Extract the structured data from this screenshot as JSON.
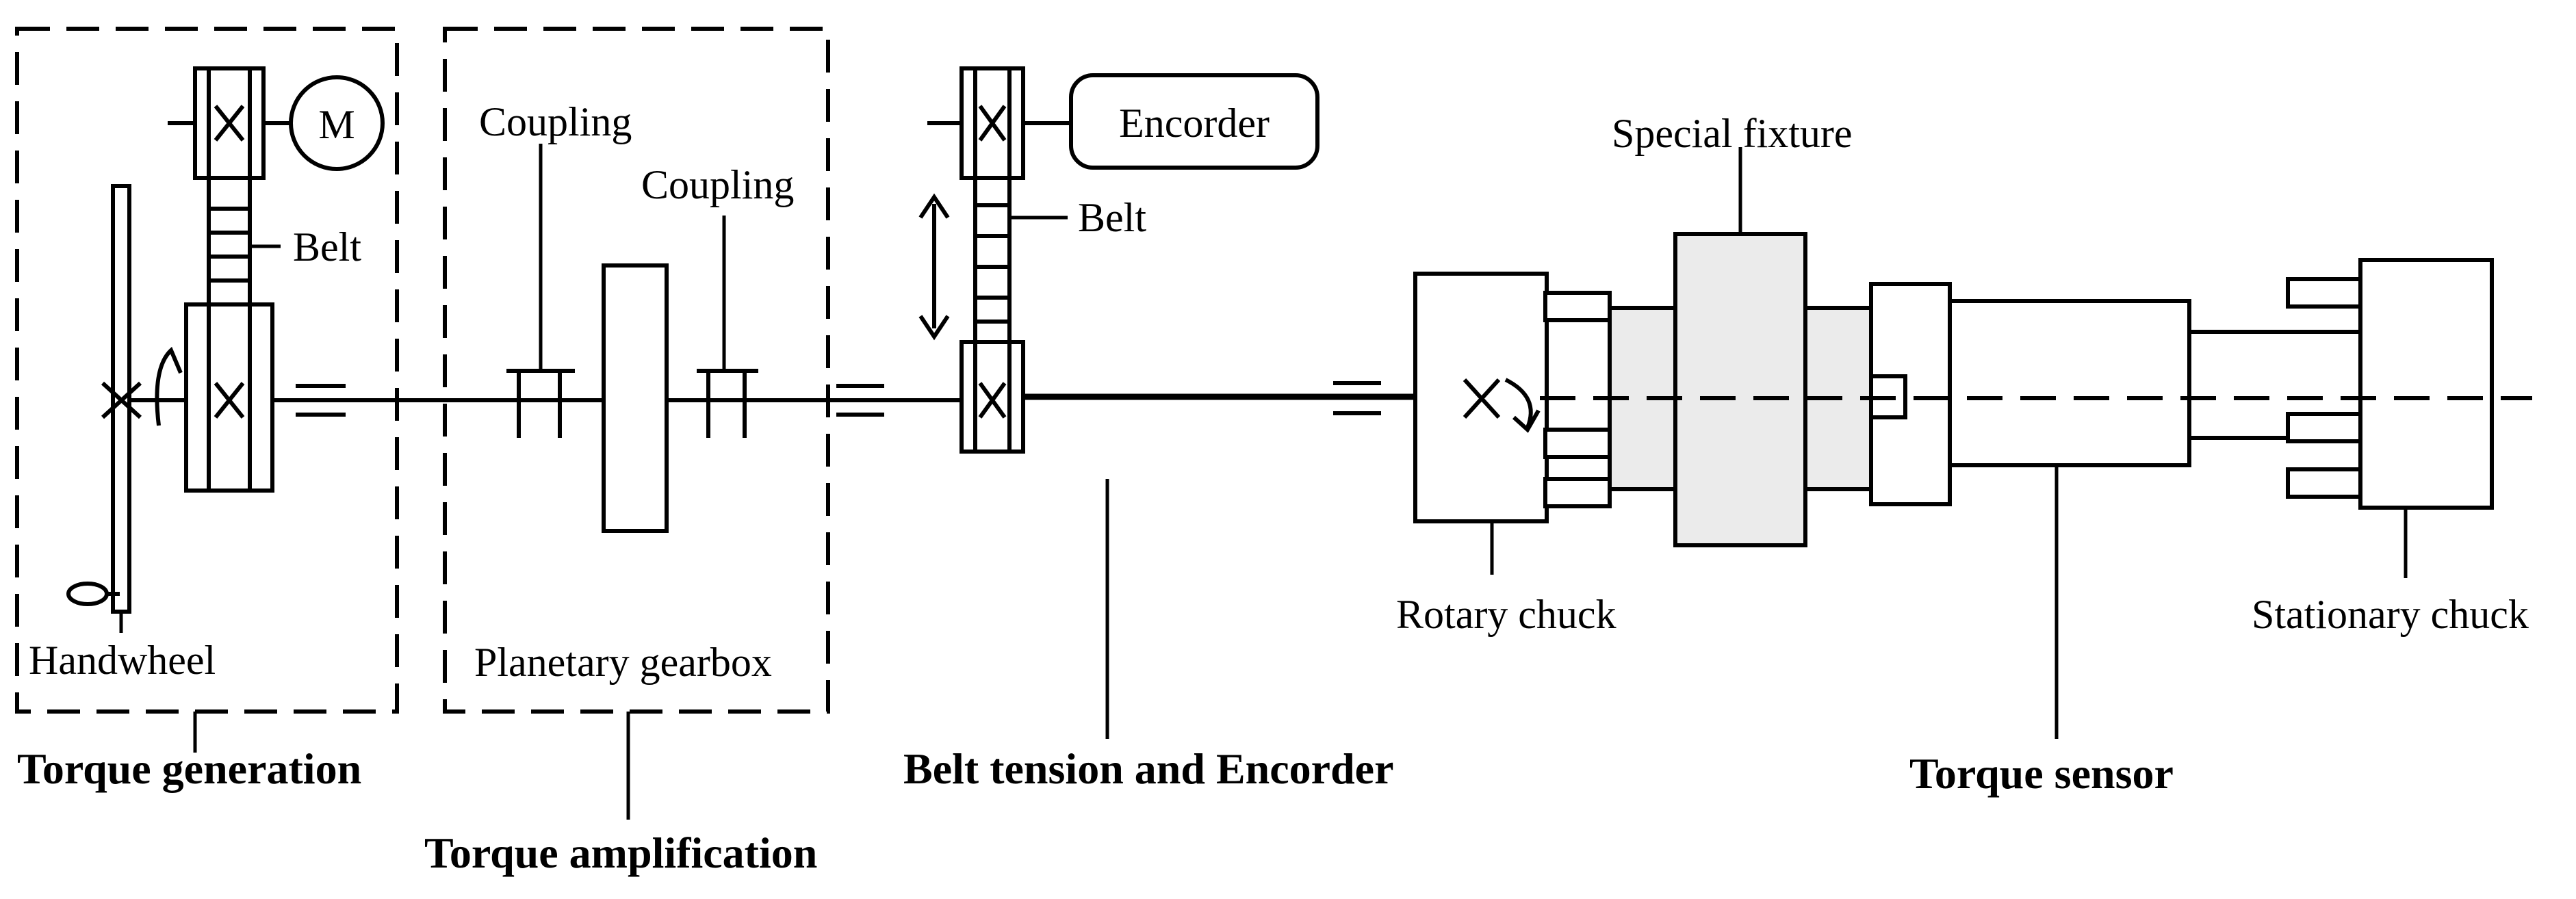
{
  "labels": {
    "motor": "M",
    "belt_left": "Belt",
    "handwheel": "Handwheel",
    "coupling_1": "Coupling",
    "coupling_2": "Coupling",
    "planetary_gearbox": "Planetary gearbox",
    "encoder": "Encorder",
    "belt_right": "Belt",
    "special_fixture": "Special fixture",
    "rotary_chuck": "Rotary chuck",
    "stationary_chuck": "Stationary chuck"
  },
  "sections": {
    "torque_generation": "Torque generation",
    "torque_amplification": "Torque amplification",
    "belt_tension_encoder": "Belt tension and Encorder",
    "torque_sensor": "Torque sensor"
  }
}
